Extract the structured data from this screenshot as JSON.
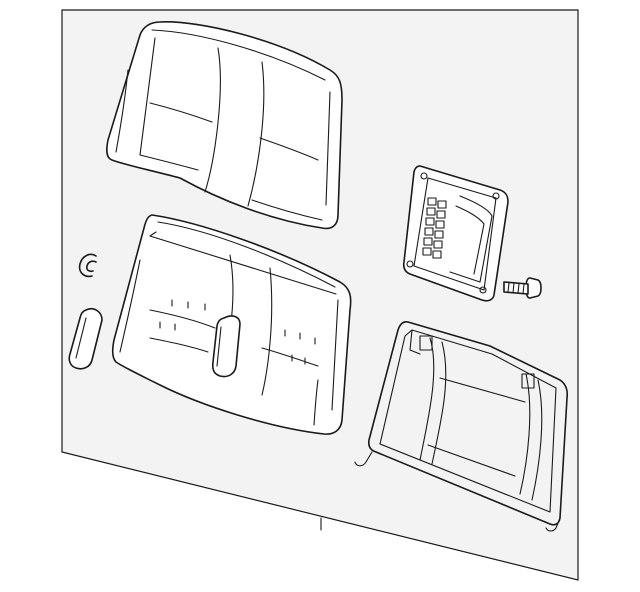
{
  "diagram": {
    "background_color": "#ffffff",
    "panel_color": "#f3f3f3",
    "line_color": "#1a1a1a",
    "parts": [
      {
        "id": "upper-seat-cushion-cover"
      },
      {
        "id": "lower-seatback-cover"
      },
      {
        "id": "retaining-clip"
      },
      {
        "id": "latch-bezel-trim"
      },
      {
        "id": "control-switch-bracket"
      },
      {
        "id": "mounting-bolt"
      },
      {
        "id": "seatback-frame"
      }
    ]
  }
}
